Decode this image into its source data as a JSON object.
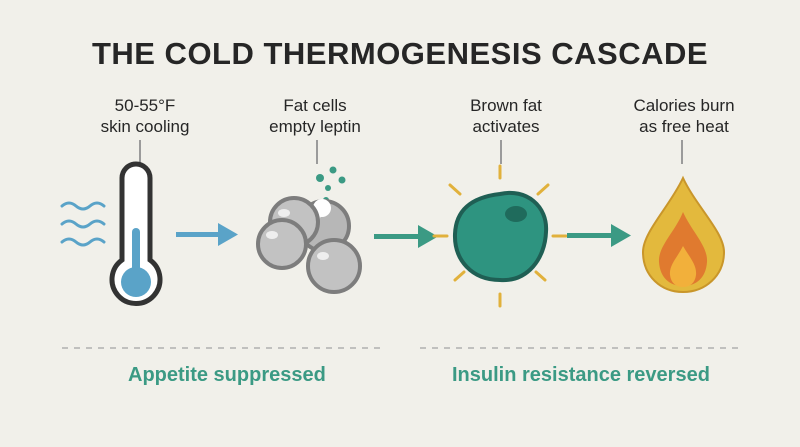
{
  "title": "THE COLD THERMOGENESIS CASCADE",
  "steps": [
    {
      "label": "50-55°F\nskin cooling",
      "icon": "thermometer-icon"
    },
    {
      "label": "Fat cells\nempty leptin",
      "icon": "fat-cells-icon"
    },
    {
      "label": "Brown fat\nactivates",
      "icon": "brown-fat-cell-icon"
    },
    {
      "label": "Calories burn\nas free heat",
      "icon": "flame-icon"
    }
  ],
  "outcomes": [
    "Appetite suppressed",
    "Insulin resistance reversed"
  ],
  "colors": {
    "background": "#f1f0ea",
    "title": "#262626",
    "teal": "#3b9a84",
    "blue": "#5aa3c8",
    "gray": "#9b9b9b",
    "flame_outer": "#e3b93d",
    "flame_middle": "#e07a2f"
  }
}
